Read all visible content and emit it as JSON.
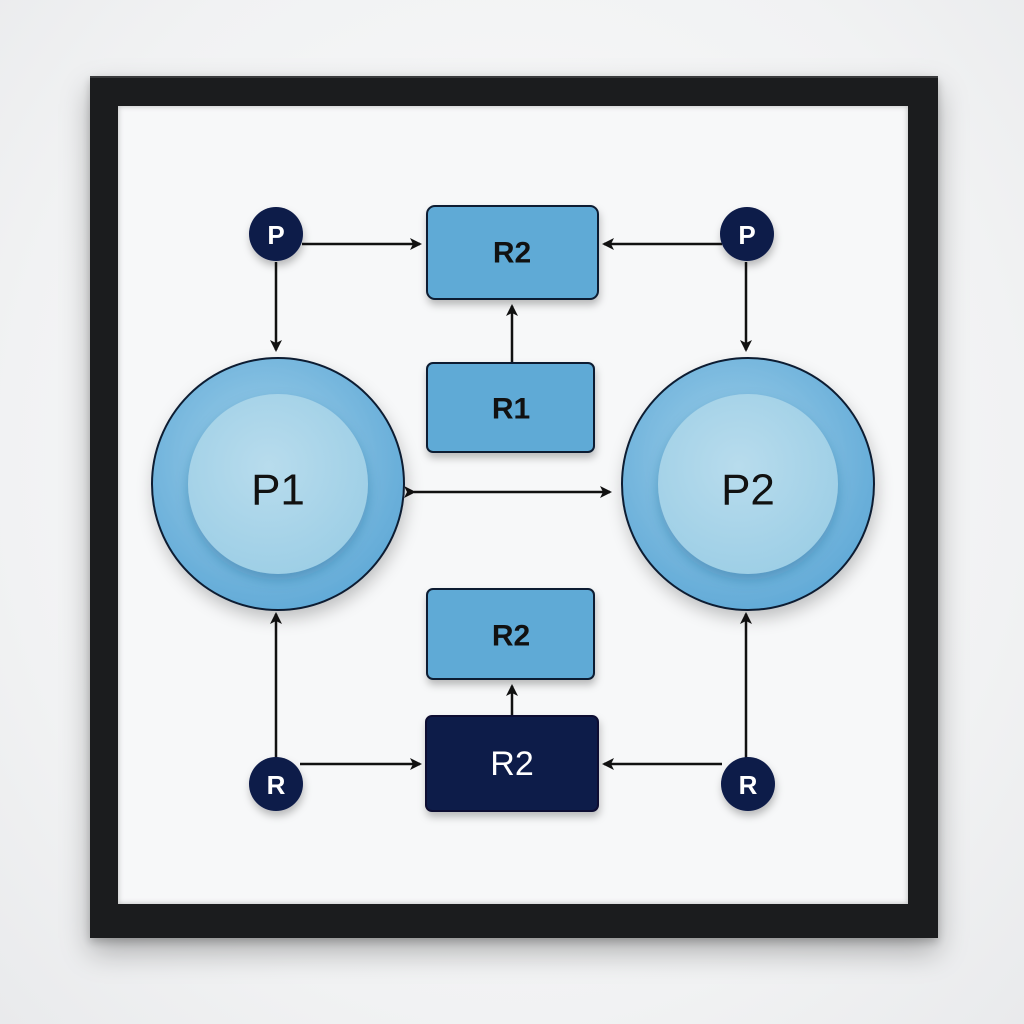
{
  "diagram": {
    "nodes": {
      "p_top_left": "P",
      "p_top_right": "P",
      "r_bottom_left": "R",
      "r_bottom_right": "R",
      "p1": "P1",
      "p2": "P2",
      "box_top": "R2",
      "box_upper_middle": "R1",
      "box_lower_middle": "R2",
      "box_bottom": "R2"
    },
    "colors": {
      "box_fill": "#5faad6",
      "box_fill_dark": "#0f1b4a",
      "small_node_fill": "#0f1b4a",
      "process_outer": "#6fb6df",
      "process_inner": "#a9d5e8",
      "edge": "#111111"
    }
  }
}
